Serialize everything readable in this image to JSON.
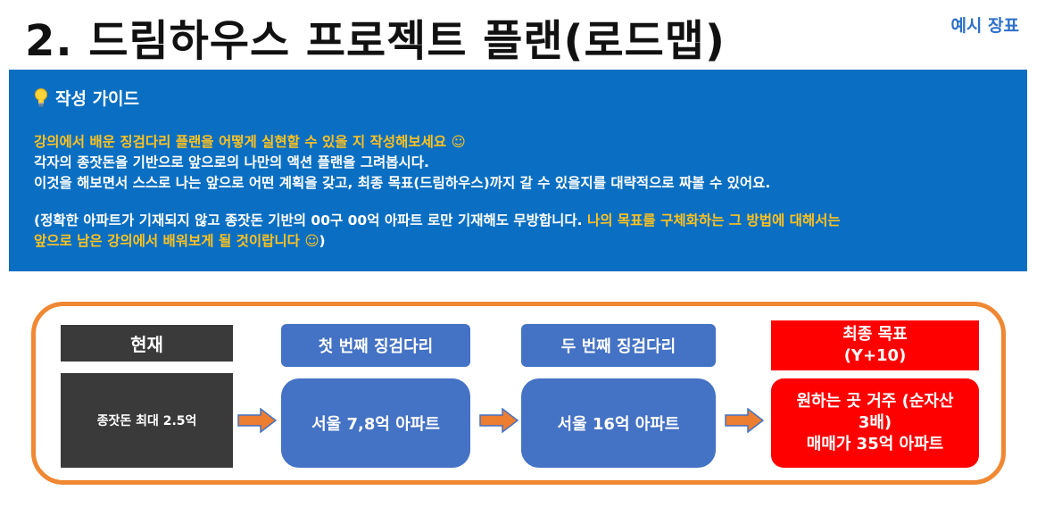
{
  "page": {
    "title": "2. 드림하우스 프로젝트 플랜(로드맵)",
    "tag": "예시 장표"
  },
  "guide": {
    "heading": "작성 가이드",
    "line1": "강의에서 배운 징검다리 플랜을 어떻게 실현할 수 있을 지 작성해보세요 ☺",
    "line2": "각자의 종잣돈을 기반으로 앞으로의 나만의 액션 플랜을 그려봅시다.",
    "line3": "이것을 해보면서 스스로 나는 앞으로 어떤 계획을 갖고, 최종 목표(드림하우스)까지 갈 수 있을지를 대략적으로 짜볼 수 있어요.",
    "line4_white": "(정확한 아파트가 기재되지 않고 종잣돈 기반의 00구 00억 아파트 로만 기재해도 무방합니다. ",
    "line4_yellow": "나의 목표를 구체화하는 그 방법에 대해서는",
    "line5_yellow": "앞으로 남은 강의에서 배워보게 될 것이랍니다 ☺",
    "line5_white": ")",
    "colors": {
      "background": "#0a6fc2",
      "highlight": "#ffc21f"
    }
  },
  "roadmap": {
    "current": {
      "header": "현재",
      "body": "종잣돈 최대 2.5억"
    },
    "step1": {
      "header": "첫 번째 징검다리",
      "body": "서울 7,8억 아파트"
    },
    "step2": {
      "header": "두 번째 징검다리",
      "body": "서울 16억 아파트"
    },
    "goal": {
      "header_line1": "최종 목표",
      "header_line2": "(Y+10)",
      "body_line1": "원하는 곳 거주 (순자산",
      "body_line2": "3배)",
      "body_line3": "매매가 35억 아파트"
    },
    "colors": {
      "border": "#f08733",
      "current": "#3a3a3a",
      "step": "#4472c4",
      "goal": "#ff0000",
      "arrow": "#ed7d31"
    }
  }
}
